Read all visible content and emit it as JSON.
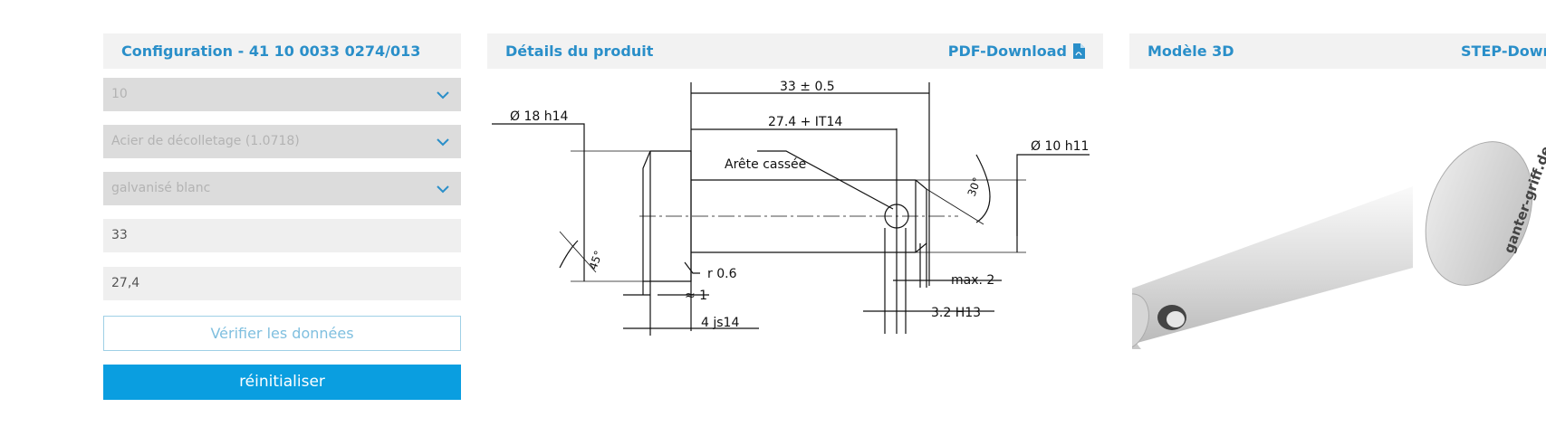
{
  "config": {
    "title": "Configuration - 41 10 0033 0274/013",
    "selects": [
      {
        "value": "10"
      },
      {
        "value": "Acier de décolletage (1.0718)"
      },
      {
        "value": "galvanisé blanc"
      }
    ],
    "inputs": [
      {
        "value": "33"
      },
      {
        "value": "27,4"
      }
    ],
    "verify_label": "Vérifier les données",
    "reset_label": "réinitialiser"
  },
  "details": {
    "title": "Détails du produit",
    "download_label": "PDF-Download",
    "drawing": {
      "dia_head": "Ø 18 h14",
      "length_total": "33 ± 0.5",
      "length_hole": "27.4 + IT14",
      "arete": "Arête cassée",
      "dia_shaft": "Ø 10 h11",
      "angle_tip": "30°",
      "angle_head": "45°",
      "radius": "r 0.6",
      "approx": "≈ 1",
      "head_thickness": "4 js14",
      "max": "max. 2",
      "hole_dia": "3.2 H13"
    }
  },
  "model": {
    "title": "Modèle 3D",
    "download_label": "STEP-Download",
    "watermark": "ganter-griff.de"
  },
  "colors": {
    "accent": "#2a8fc9",
    "button": "#0a9ee0"
  }
}
